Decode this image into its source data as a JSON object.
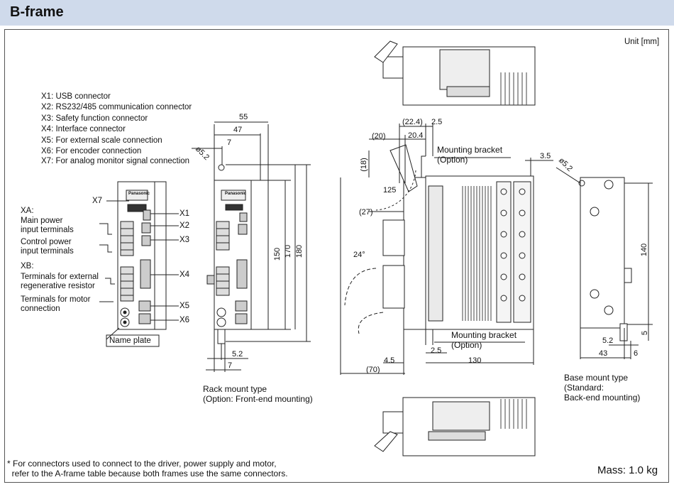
{
  "header": {
    "title": "B-frame"
  },
  "unit_label": "Unit [mm]",
  "connector_legend": [
    "X1: USB connector",
    "X2: RS232/485 communication connector",
    "X3: Safety function connector",
    "X4: Interface connector",
    "X5: For external scale connection",
    "X6: For encoder connection",
    "X7: For analog monitor signal connection"
  ],
  "front_labels": {
    "x7": "X7",
    "x1": "X1",
    "x2": "X2",
    "x3": "X3",
    "x4": "X4",
    "x5": "X5",
    "x6": "X6",
    "xa_title": "XA:",
    "main_power": "Main power\ninput terminals",
    "control_power": "Control power\ninput terminals",
    "xb_title": "XB:",
    "regen": "Terminals for external\nregenerative resistor",
    "motor": "Terminals for motor\nconnection",
    "name_plate": "Name plate",
    "brand": "Panasonic"
  },
  "rack_dims": {
    "d55": "55",
    "d47": "47",
    "d7_top": "7",
    "phi": "ø5.2",
    "d150": "150",
    "d170": "170",
    "d180": "180",
    "d5_2": "5.2",
    "d7_bottom": "7"
  },
  "rack_caption": "Rack mount type\n(Option: Front-end mounting)",
  "side_dims": {
    "d22_4": "(22.4)",
    "d2_5_top": "2.5",
    "d20": "(20)",
    "d20_4": "20.4",
    "d18": "(18)",
    "d125": "125",
    "d27": "(27)",
    "d24": "24°",
    "bracket_top": "Mounting bracket\n(Option)",
    "d3_5": "3.5",
    "bracket_bottom": "Mounting bracket\n(Option)",
    "d2_5_bottom": "2.5",
    "d4_5": "4.5",
    "d70": "(70)",
    "d130": "130"
  },
  "base_dims": {
    "phi": "ø5.2",
    "d140": "140",
    "d5_2": "5.2",
    "d5": "5",
    "d43": "43",
    "d6": "6"
  },
  "base_caption": "Base mount type\n(Standard:\nBack-end mounting)",
  "footnote": "* For connectors used to connect to the driver, power supply and motor,\n  refer to the A-frame table because both frames use the same connectors.",
  "mass": "Mass: 1.0 kg"
}
